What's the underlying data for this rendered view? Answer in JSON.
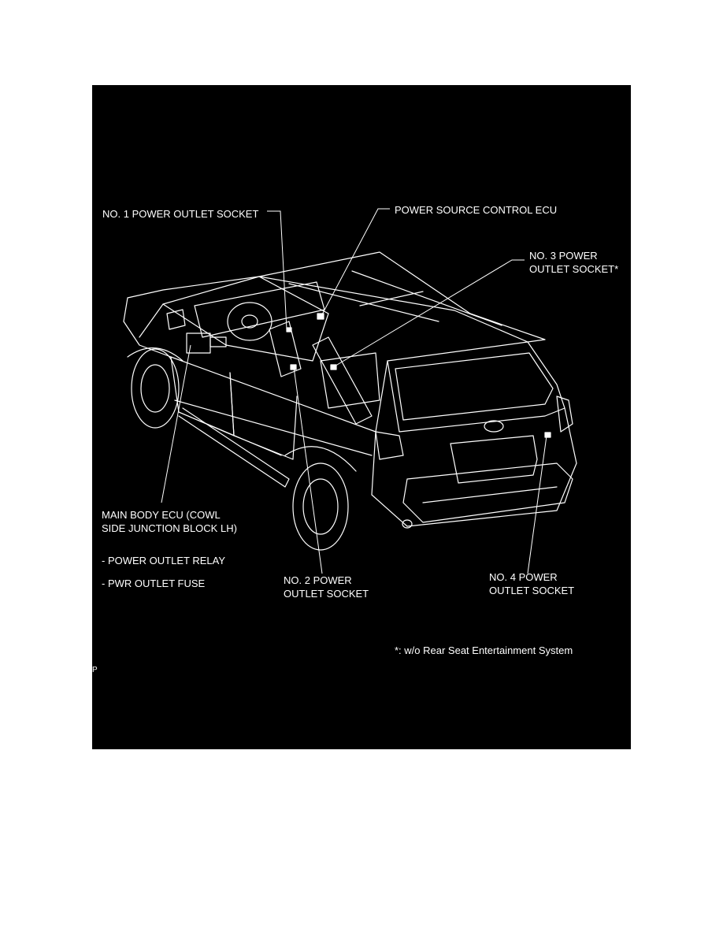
{
  "colors": {
    "page_background": "#ffffff",
    "panel_background": "#000000",
    "linework": "#ffffff"
  },
  "labels": {
    "no1_socket": "NO. 1 POWER OUTLET SOCKET",
    "power_source_ecu": "POWER SOURCE CONTROL ECU",
    "no3_socket_line1": "NO. 3 POWER",
    "no3_socket_line2": "OUTLET SOCKET*",
    "main_body_ecu_line1": "MAIN BODY ECU (COWL",
    "main_body_ecu_line2": "SIDE JUNCTION BLOCK LH)",
    "power_outlet_relay": "- POWER OUTLET RELAY",
    "pwr_outlet_fuse": "- PWR OUTLET FUSE",
    "no2_socket_line1": "NO. 2 POWER",
    "no2_socket_line2": "OUTLET SOCKET",
    "no4_socket_line1": "NO. 4 POWER",
    "no4_socket_line2": "OUTLET SOCKET",
    "footnote": "*: w/o Rear Seat Entertainment System",
    "corner_mark": "P"
  }
}
